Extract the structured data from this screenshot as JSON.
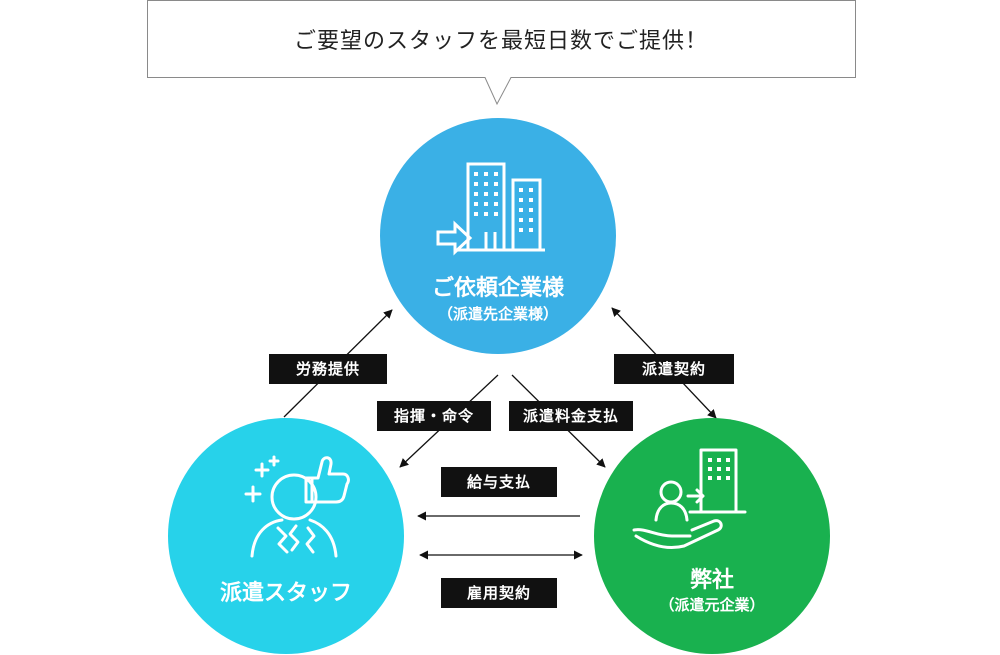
{
  "header": {
    "speech": "ご要望のスタッフを最短日数でご提供！"
  },
  "nodes": {
    "client": {
      "name": "ご依頼企業様",
      "sub": "（派遣先企業様）",
      "color": "#3ab0e6",
      "icon": "building-arrow-icon"
    },
    "staff": {
      "name": "派遣スタッフ",
      "color": "#27d2ea",
      "icon": "person-thumbs-up-icon"
    },
    "company": {
      "name": "弊社",
      "sub": "（派遣元企業）",
      "color": "#19b14f",
      "icon": "person-building-icon"
    }
  },
  "relations": {
    "labor": "労務提供",
    "command": "指揮・命令",
    "fee": "派遣料金支払",
    "contract": "派遣契約",
    "salary": "給与支払",
    "employment": "雇用契約"
  }
}
